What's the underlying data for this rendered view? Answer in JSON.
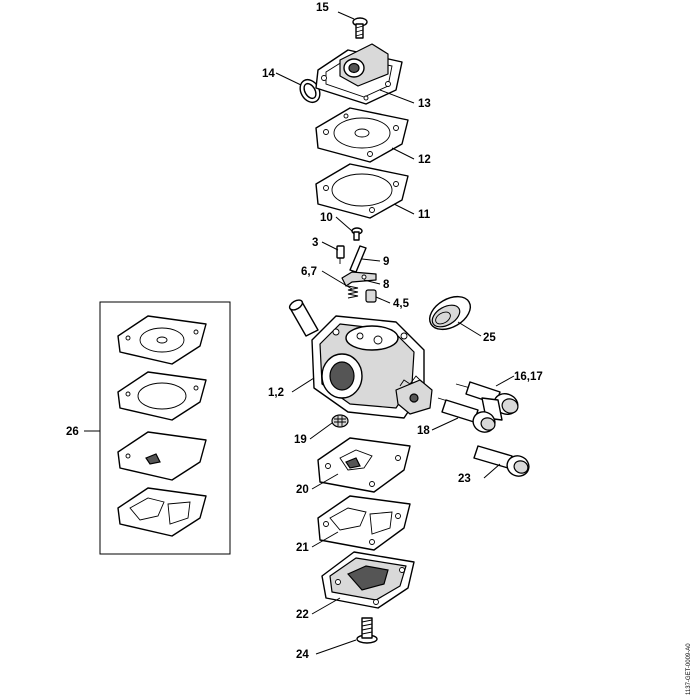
{
  "drawing_code": "1137-GET-0009-A0",
  "callouts": {
    "c15": "15",
    "c14": "14",
    "c13": "13",
    "c12": "12",
    "c11": "11",
    "c10": "10",
    "c3": "3",
    "c9": "9",
    "c67": "6,7",
    "c8": "8",
    "c45": "4,5",
    "c25": "25",
    "c12b": "1,2",
    "c1617": "16,17",
    "c18": "18",
    "c19": "19",
    "c23": "23",
    "c20": "20",
    "c21": "21",
    "c22": "22",
    "c24": "24",
    "c26": "26"
  }
}
